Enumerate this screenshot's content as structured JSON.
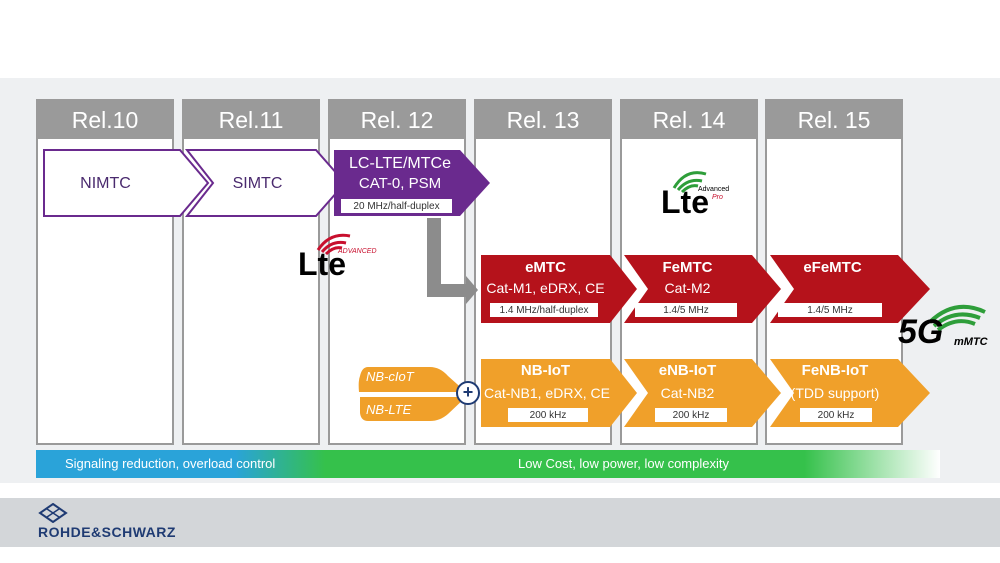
{
  "releases": [
    "Rel.10",
    "Rel.11",
    "Rel. 12",
    "Rel. 13",
    "Rel. 14",
    "Rel. 15"
  ],
  "purple_row": {
    "nimtc": "NIMTC",
    "simtc": "SIMTC",
    "lc_line1": "LC-LTE/MTCe",
    "lc_line2": "CAT-0,  PSM",
    "lc_sub": "20 MHz/half-duplex"
  },
  "red_row": {
    "emtc_title": "eMTC",
    "emtc_line": "Cat-M1, eDRX, CE",
    "emtc_sub": "1.4 MHz/half-duplex",
    "femtc_title": "FeMTC",
    "femtc_line": "Cat-M2",
    "femtc_sub": "1.4/5 MHz",
    "efemtc_title": "eFeMTC",
    "efemtc_sub": "1.4/5 MHz"
  },
  "orange_row": {
    "nbciot": "NB-cIoT",
    "nblte": "NB-LTE",
    "plus": "+",
    "nbiot_title": "NB-IoT",
    "nbiot_line": "Cat-NB1, eDRX, CE",
    "nbiot_sub": "200 kHz",
    "enbiot_title": "eNB-IoT",
    "enbiot_line": "Cat-NB2",
    "enbiot_sub": "200 kHz",
    "fenbiot_title": "FeNB-IoT",
    "fenbiot_line": "(TDD support)",
    "fenbiot_sub": "200 kHz"
  },
  "badges": {
    "lte_advanced_text": "Lte",
    "lte_advanced_tag": "ADVANCED",
    "lte_pro_text": "Lte",
    "lte_pro_tag1": "Advanced",
    "lte_pro_tag2": "Pro",
    "fiveg_text": "5G",
    "fiveg_tag": "mMTC"
  },
  "bottom_bar": {
    "left": "Signaling reduction, overload control",
    "right": "Low Cost, low power, low complexity"
  },
  "footer": {
    "brand": "ROHDE&SCHWARZ"
  },
  "colors": {
    "purple": "#6a2a8e",
    "red": "#b5121b",
    "orange": "#f0a02a",
    "grey": "#9a9a9a"
  }
}
